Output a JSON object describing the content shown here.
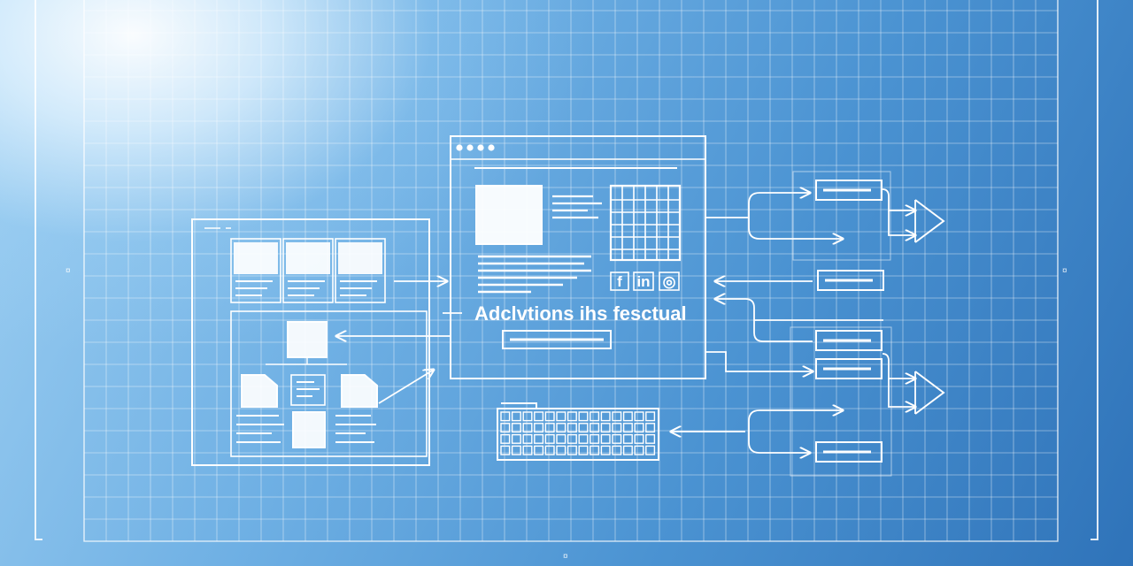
{
  "center_window": {
    "caption": "Adclvtions ihs fesctual",
    "social_icons": [
      {
        "name": "facebook-icon",
        "glyph": "f"
      },
      {
        "name": "linkedin-icon",
        "glyph": "in"
      },
      {
        "name": "circle-icon",
        "glyph": "◎"
      }
    ]
  },
  "margin_marks": {
    "left": "¤",
    "right": "¤",
    "bottom": "¤"
  },
  "colors": {
    "line": "#ffffff",
    "grid": "rgba(255,255,255,0.35)",
    "background_light": "#e8f5ff",
    "background_dark": "#2f73b9"
  }
}
